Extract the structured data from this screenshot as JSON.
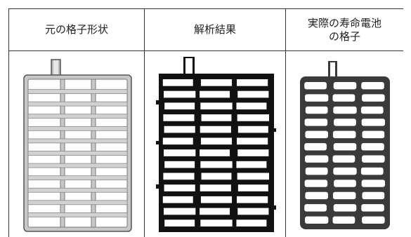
{
  "table": {
    "columns": [
      {
        "header": "元の格子形状"
      },
      {
        "header": "解析結果"
      },
      {
        "header_line1": "実際の寿命電池",
        "header_line2": "の格子"
      }
    ]
  }
}
